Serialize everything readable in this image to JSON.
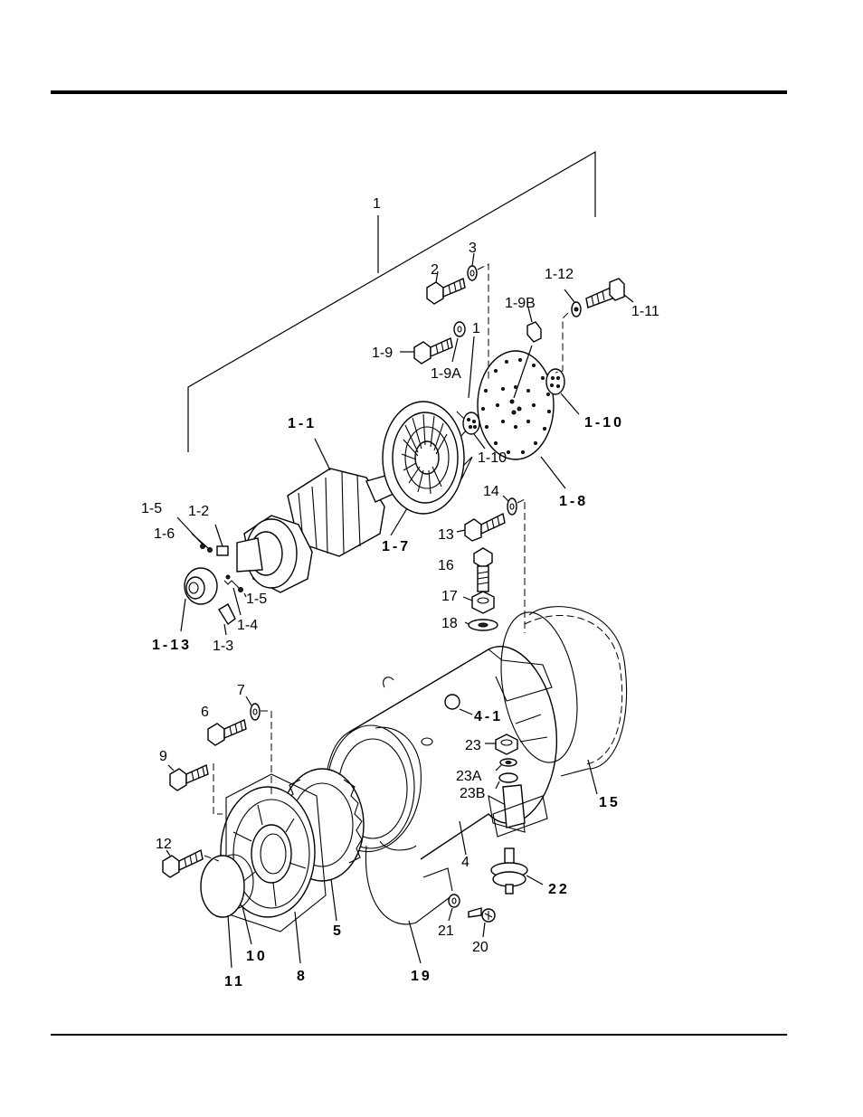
{
  "labels": {
    "l_1": "1",
    "l_2": "2",
    "l_3": "3",
    "l_1_9": "1-9",
    "l_1_9A": "1-9A",
    "l_1_9B": "1-9B",
    "l_1_12": "1-12",
    "l_1_11": "1-11",
    "l_1_10a": "1-10",
    "l_1_10b": "1-10",
    "l_1_1": "1-1",
    "l_1_7": "1-7",
    "l_1_8": "1-8",
    "l_1_5a": "1-5",
    "l_1_2": "1-2",
    "l_1_6": "1-6",
    "l_1_5b": "1-5",
    "l_1_4": "1-4",
    "l_1_3": "1-3",
    "l_1_13": "1-13",
    "l_14": "14",
    "l_13": "13",
    "l_16": "16",
    "l_17": "17",
    "l_18": "18",
    "l_7": "7",
    "l_6": "6",
    "l_4_1": "4-1",
    "l_9": "9",
    "l_23": "23",
    "l_23A": "23A",
    "l_23B": "23B",
    "l_15": "15",
    "l_12": "12",
    "l_4": "4",
    "l_22": "22",
    "l_5": "5",
    "l_21": "21",
    "l_20": "20",
    "l_10": "10",
    "l_11": "11",
    "l_8": "8",
    "l_19": "19"
  }
}
